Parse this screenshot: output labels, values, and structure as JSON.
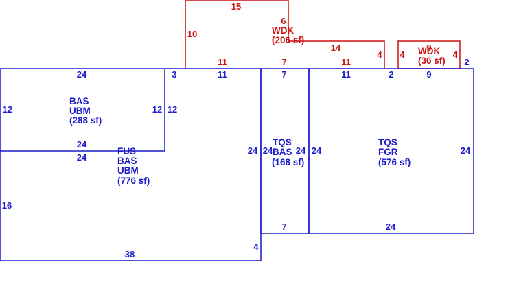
{
  "colors": {
    "blue": "#1a1acc",
    "red": "#cc1111"
  },
  "areas": [
    {
      "id": "bas-288",
      "color": "blue",
      "lines": [
        "BAS",
        "UBM",
        "(288 sf)"
      ]
    },
    {
      "id": "fus-776",
      "color": "blue",
      "lines": [
        "FUS",
        "BAS",
        "UBM",
        "(776 sf)"
      ]
    },
    {
      "id": "tqs-bas-168",
      "color": "blue",
      "lines": [
        "TQS",
        "BAS",
        "(168 sf)"
      ]
    },
    {
      "id": "tqs-fgr-576",
      "color": "blue",
      "lines": [
        "TQS",
        "FGR",
        "(576 sf)"
      ]
    },
    {
      "id": "wdk-206",
      "color": "red",
      "lines": [
        "WDK",
        "(206 sf)"
      ]
    },
    {
      "id": "wdk-36",
      "color": "red",
      "lines": [
        "WDK",
        "(36 sf)"
      ]
    }
  ],
  "dimensions": [
    {
      "id": "d-top-15",
      "color": "red",
      "text": "15"
    },
    {
      "id": "d-left-10",
      "color": "red",
      "text": "10"
    },
    {
      "id": "d-wdk-6",
      "color": "red",
      "text": "6"
    },
    {
      "id": "d-wdk-14",
      "color": "red",
      "text": "14"
    },
    {
      "id": "d-red-11a",
      "color": "red",
      "text": "11"
    },
    {
      "id": "d-red-7",
      "color": "red",
      "text": "7"
    },
    {
      "id": "d-red-11b",
      "color": "red",
      "text": "11"
    },
    {
      "id": "d-red-4a",
      "color": "red",
      "text": "4"
    },
    {
      "id": "d-red-4b",
      "color": "red",
      "text": "4"
    },
    {
      "id": "d-red-9",
      "color": "red",
      "text": "9"
    },
    {
      "id": "d-red-4c",
      "color": "red",
      "text": "4"
    },
    {
      "id": "d-blue-24-top",
      "color": "blue",
      "text": "24"
    },
    {
      "id": "d-blue-3",
      "color": "blue",
      "text": "3"
    },
    {
      "id": "d-blue-11a",
      "color": "blue",
      "text": "11"
    },
    {
      "id": "d-blue-7-top",
      "color": "blue",
      "text": "7"
    },
    {
      "id": "d-blue-11b",
      "color": "blue",
      "text": "11"
    },
    {
      "id": "d-blue-2a",
      "color": "blue",
      "text": "2"
    },
    {
      "id": "d-blue-9",
      "color": "blue",
      "text": "9"
    },
    {
      "id": "d-blue-2b",
      "color": "blue",
      "text": "2"
    },
    {
      "id": "d-blue-12a",
      "color": "blue",
      "text": "12"
    },
    {
      "id": "d-blue-12b",
      "color": "blue",
      "text": "12"
    },
    {
      "id": "d-blue-12c",
      "color": "blue",
      "text": "12"
    },
    {
      "id": "d-blue-24-mid1",
      "color": "blue",
      "text": "24"
    },
    {
      "id": "d-blue-24-mid2",
      "color": "blue",
      "text": "24"
    },
    {
      "id": "d-blue-24-r1",
      "color": "blue",
      "text": "24"
    },
    {
      "id": "d-blue-24-r2",
      "color": "blue",
      "text": "24"
    },
    {
      "id": "d-blue-24-r3",
      "color": "blue",
      "text": "24"
    },
    {
      "id": "d-blue-24-r4",
      "color": "blue",
      "text": "24"
    },
    {
      "id": "d-blue-24-r5",
      "color": "blue",
      "text": "24"
    },
    {
      "id": "d-blue-16",
      "color": "blue",
      "text": "16"
    },
    {
      "id": "d-blue-7-bot",
      "color": "blue",
      "text": "7"
    },
    {
      "id": "d-blue-24-bot",
      "color": "blue",
      "text": "24"
    },
    {
      "id": "d-blue-4",
      "color": "blue",
      "text": "4"
    },
    {
      "id": "d-blue-38",
      "color": "blue",
      "text": "38"
    }
  ]
}
